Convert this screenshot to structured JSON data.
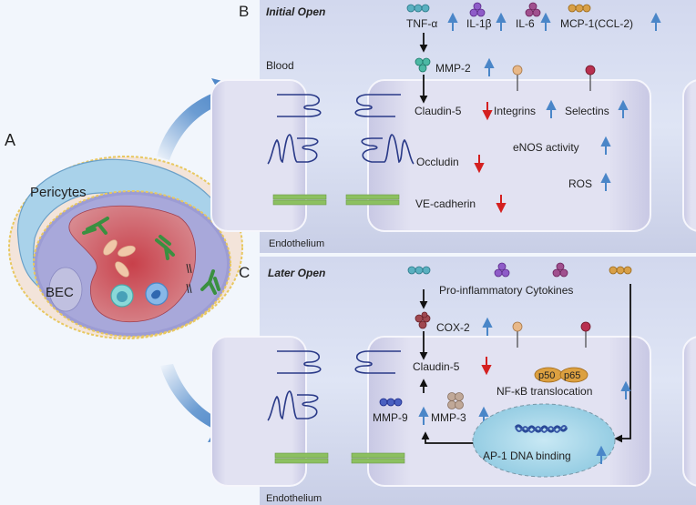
{
  "panel_a": {
    "label": "A",
    "pericytes_label": "Pericytes",
    "bec_label": "BEC"
  },
  "panel_b": {
    "label": "B",
    "title": "Initial Open",
    "blood_label": "Blood",
    "endothelium_label": "Endothelium",
    "cytokines": [
      {
        "name": "TNF-α",
        "direction": "up",
        "color": "#5ab0c0"
      },
      {
        "name": "IL-1β",
        "direction": "up",
        "color": "#8e5cc8"
      },
      {
        "name": "IL-6",
        "direction": "up",
        "color": "#a0508e"
      },
      {
        "name": "MCP-1(CCL-2)",
        "direction": "up",
        "color": "#d8a048"
      }
    ],
    "mmp2": {
      "name": "MMP-2",
      "direction": "up",
      "color": "#4cb8a4"
    },
    "integrins": {
      "name": "Integrins",
      "direction": "up",
      "color": "#e8b888"
    },
    "selectins": {
      "name": "Selectins",
      "direction": "up",
      "color": "#b83050"
    },
    "claudin5": {
      "name": "Claudin-5",
      "direction": "down"
    },
    "occludin": {
      "name": "Occludin",
      "direction": "down"
    },
    "ve_cadherin": {
      "name": "VE-cadherin",
      "direction": "down"
    },
    "enos": {
      "name": "eNOS activity",
      "direction": "up"
    },
    "ros": {
      "name": "ROS",
      "direction": "up"
    }
  },
  "panel_c": {
    "label": "C",
    "title": "Later Open",
    "cytokines_label": "Pro-inflammatory Cytokines",
    "endothelium_label": "Endothelium",
    "cox2": {
      "name": "COX-2",
      "direction": "up",
      "color": "#a04850"
    },
    "claudin5": {
      "name": "Claudin-5",
      "direction": "down"
    },
    "mmp9": {
      "name": "MMP-9",
      "direction": "up",
      "color": "#4a60c0"
    },
    "mmp3": {
      "name": "MMP-3",
      "direction": "up",
      "color": "#c0a898"
    },
    "p50": "p50",
    "p65": "p65",
    "nfkb": {
      "name": "NF-κB translocation",
      "direction": "up"
    },
    "ap1": {
      "name": "AP-1 DNA binding",
      "direction": "up"
    }
  },
  "colors": {
    "up_arrow": "#4a86c8",
    "down_arrow": "#d42020",
    "panel_bg": "#c9cfe6",
    "cell_fill": "#dcdcef",
    "junction": "#2a3a88",
    "cadherin": "#8cc060"
  }
}
